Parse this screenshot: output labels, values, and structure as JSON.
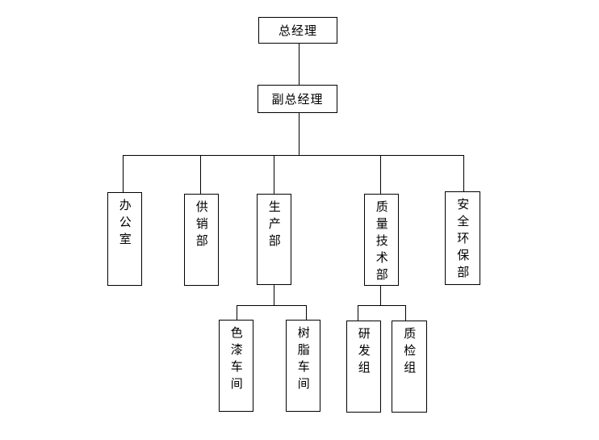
{
  "page": {
    "background_color": "#ffffff",
    "line_color": "#000000",
    "text_color": "#000000"
  },
  "org_chart": {
    "type": "org-tree",
    "title": "",
    "nodes": {
      "general_manager": {
        "label": "总经理",
        "level": 1
      },
      "deputy_general_manager": {
        "label": "副总经理",
        "level": 2
      },
      "office": {
        "label": "办公室",
        "level": 3
      },
      "supply_sales": {
        "label": "供销部",
        "level": 3
      },
      "production": {
        "label": "生产部",
        "level": 3
      },
      "quality_tech": {
        "label": "质量技术部",
        "level": 3
      },
      "safety_env": {
        "label": "安全环保部",
        "level": 3
      },
      "paint_workshop": {
        "label": "色漆车间",
        "level": 4
      },
      "resin_workshop": {
        "label": "树脂车间",
        "level": 4
      },
      "rd_group": {
        "label": "研发组",
        "level": 4
      },
      "qc_group": {
        "label": "质检组",
        "level": 4
      }
    },
    "hierarchy": [
      {
        "parent": "总经理",
        "children": [
          "副总经理"
        ]
      },
      {
        "parent": "副总经理",
        "children": [
          "办公室",
          "供销部",
          "生产部",
          "质量技术部",
          "安全环保部"
        ]
      },
      {
        "parent": "生产部",
        "children": [
          "色漆车间",
          "树脂车间"
        ]
      },
      {
        "parent": "质量技术部",
        "children": [
          "研发组",
          "质检组"
        ]
      }
    ]
  }
}
